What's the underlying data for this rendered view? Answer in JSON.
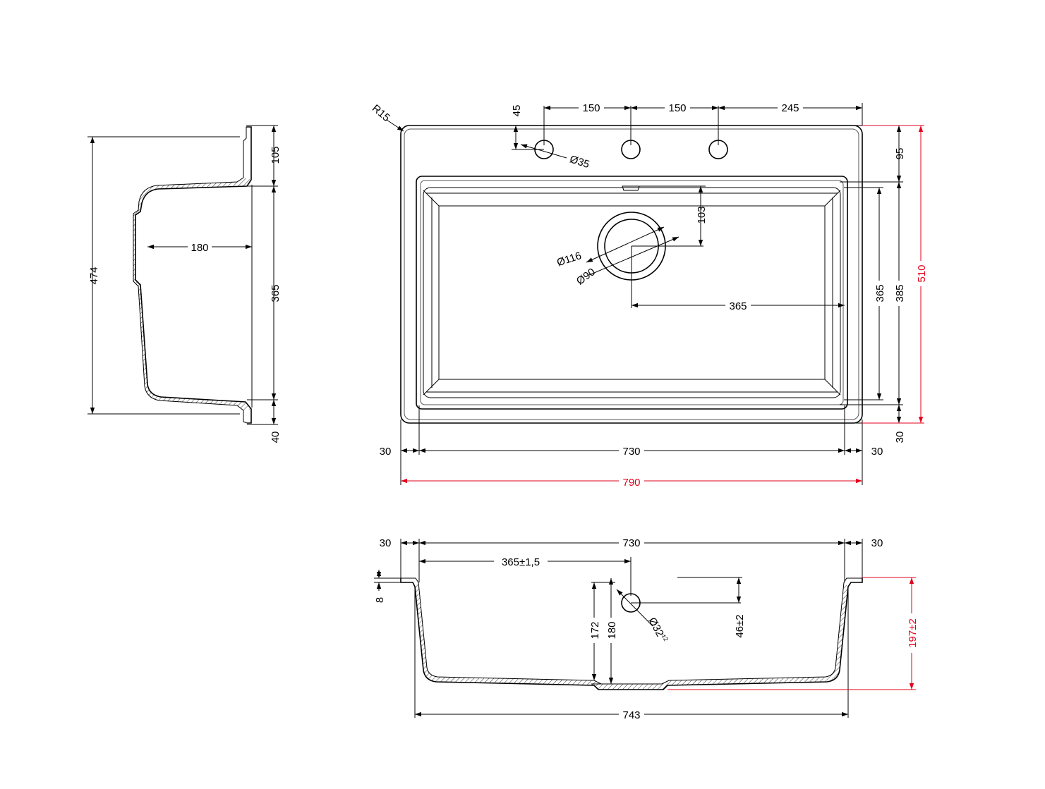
{
  "colors": {
    "line": "#000000",
    "overall_dimension": "#e3001b",
    "background": "#ffffff"
  },
  "top_view": {
    "corner_radius": "R15",
    "hole_offset_top": "45",
    "hole_spacing_1": "150",
    "hole_spacing_2": "150",
    "hole_offset_right": "245",
    "tap_hole_diameter": "Ø35",
    "drain_offset_top": "103",
    "drain_outer_diameter": "Ø116",
    "drain_inner_diameter": "Ø90",
    "drain_offset_side": "365",
    "rim_top": "95",
    "bowl_inner_length": "365",
    "bowl_length": "385",
    "overall_length": "510",
    "rim_bottom": "30",
    "rim_left": "30",
    "bowl_width": "730",
    "rim_right": "30",
    "overall_width": "790"
  },
  "side_section": {
    "rim_top": "105",
    "overall_height": "474",
    "bowl_depth": "180",
    "bowl_length": "365",
    "rim_bottom": "40"
  },
  "front_section": {
    "rim_left": "30",
    "bowl_width": "730",
    "rim_right": "30",
    "drain_position": "365±1,5",
    "rim_thickness": "8",
    "depth_at_drain": "172",
    "depth": "180",
    "overflow_diameter": "Ø32",
    "overflow_tolerance": "±2",
    "overflow_height": "46±2",
    "overall_depth": "197±2",
    "bottom_width": "743"
  }
}
